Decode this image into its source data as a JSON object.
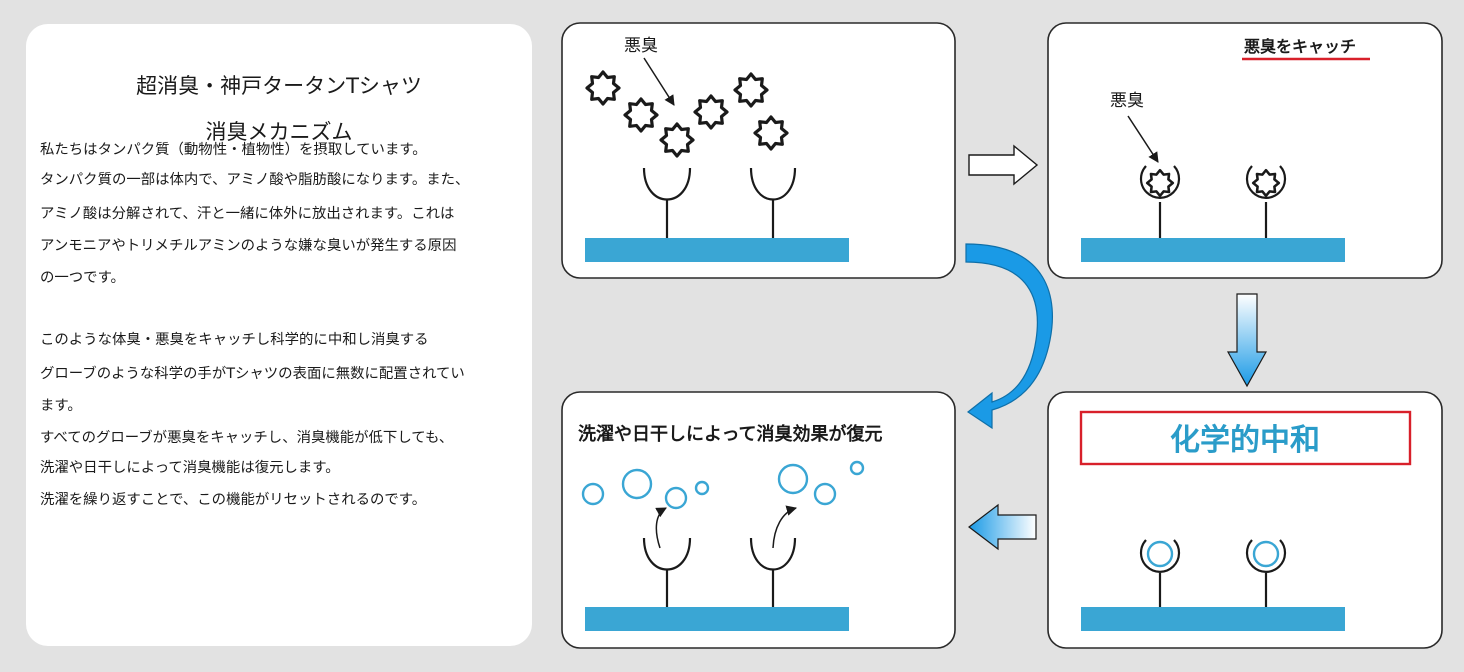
{
  "text_panel": {
    "title_line1": "超消臭・神戸タータンTシャツ",
    "title_line2": "消臭メカニズム",
    "paragraph_lines": [
      "私たちはタンパク質（動物性・植物性）を摂取しています。",
      "タンパク質の一部は体内で、アミノ酸や脂肪酸になります。また、",
      "アミノ酸は分解されて、汗と一緒に体外に放出されます。これは",
      "アンモニアやトリメチルアミンのような嫌な臭いが発生する原因",
      "の一つです。",
      "",
      "このような体臭・悪臭をキャッチし科学的に中和し消臭する",
      "グローブのような科学の手がTシャツの表面に無数に配置されてい",
      "ます。",
      "すべてのグローブが悪臭をキャッチし、消臭機能が低下しても、",
      "洗濯や日干しによって消臭機能は復元します。",
      "洗濯を繰り返すことで、この機能がリセットされるのです。"
    ]
  },
  "panels": {
    "odor": {
      "label": "悪臭"
    },
    "catch": {
      "heading": "悪臭をキャッチ",
      "label": "悪臭"
    },
    "neutralize": {
      "heading": "化学的中和"
    },
    "restore": {
      "heading": "洗濯や日干しによって消臭効果が復元"
    }
  },
  "colors": {
    "fabric_blue": "#3aa6d4",
    "arrow_blue": "#1a9ae6",
    "heading_red": "#d8202a",
    "neutral_text_blue": "#2a9cc9",
    "panel_border": "#2a2a2a"
  }
}
